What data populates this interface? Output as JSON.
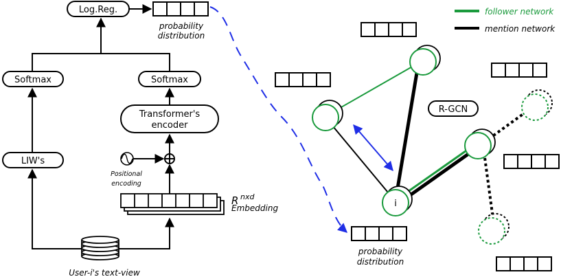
{
  "colors": {
    "follower": "#1a9a3c",
    "mention": "#000000",
    "dashed_path": "#1f2ee6",
    "bidir_arrow": "#1f2ee6"
  },
  "pipeline": {
    "logreg": "Log.Reg.",
    "softmax_left": "Softmax",
    "softmax_right": "Softmax",
    "transformer_line1": "Transformer's",
    "transformer_line2": "encoder",
    "liw": "LIW's",
    "positional_line1": "Positional",
    "positional_line2": "encoding",
    "embedding_r": "R",
    "embedding_sup": "nxd",
    "embedding_label": "Embedding",
    "datasource_caption": "User-i's text-view",
    "prob_top_line1": "probability",
    "prob_top_line2": "distribution"
  },
  "graph": {
    "legend_follower": "follower network",
    "legend_mention": "mention network",
    "rgcn": "R-GCN",
    "node_i": "i",
    "prob_bottom_line1": "probability",
    "prob_bottom_line2": "distribution"
  }
}
